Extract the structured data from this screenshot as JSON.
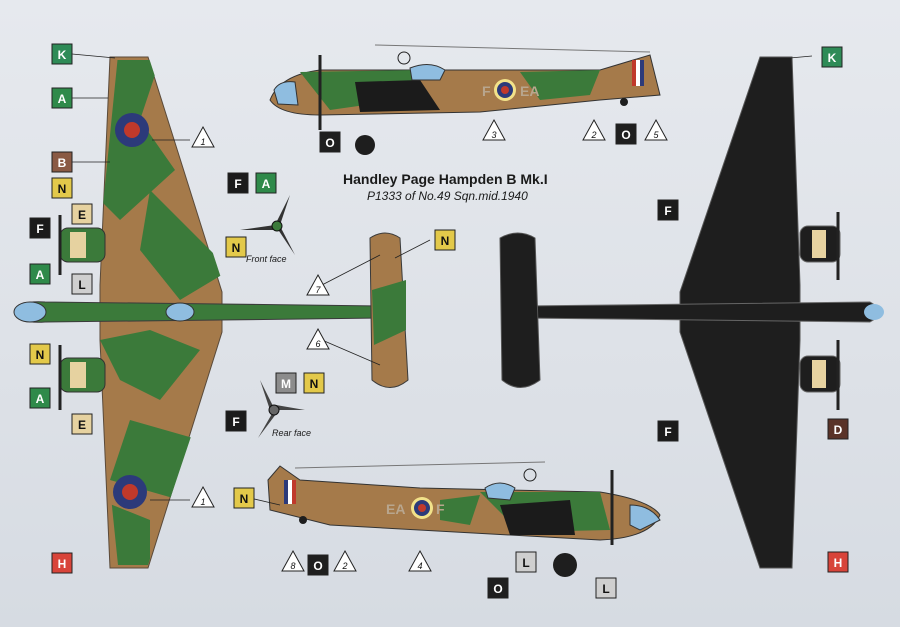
{
  "title": "Handley Page Hampden B Mk.I",
  "subtitle": "P1333 of No.49 Sqn.mid.1940",
  "front_face_label": "Front face",
  "rear_face_label": "Rear face",
  "code_top": "EA",
  "code_top_prefix": "F",
  "code_bottom": "EA",
  "code_bottom_suffix": "F",
  "colors": {
    "K": "#2e8b57",
    "A": "#2f8a4a",
    "B": "#8a5a44",
    "N": "#e3c94a",
    "E": "#e6d2a0",
    "F": "#1b1b1b",
    "L": "#cfcfcf",
    "M": "#8c8c8c",
    "O": "#1f1f1f",
    "H": "#d8443a",
    "D": "#5a3328",
    "dark_earth": "#a57a4a",
    "dark_green": "#3b7a3a",
    "night": "#1e1e1e"
  },
  "badges": [
    {
      "id": "k-top-left",
      "letter": "K"
    },
    {
      "id": "a-top-left",
      "letter": "A"
    },
    {
      "id": "b-left",
      "letter": "B"
    },
    {
      "id": "n-left-1",
      "letter": "N"
    },
    {
      "id": "e-left-1",
      "letter": "E"
    },
    {
      "id": "f-left",
      "letter": "F"
    },
    {
      "id": "a-left-2",
      "letter": "A"
    },
    {
      "id": "l-left",
      "letter": "L"
    },
    {
      "id": "n-left-2",
      "letter": "N"
    },
    {
      "id": "a-left-3",
      "letter": "A"
    },
    {
      "id": "e-left-2",
      "letter": "E"
    },
    {
      "id": "h-left",
      "letter": "H"
    },
    {
      "id": "o-top-1",
      "letter": "O"
    },
    {
      "id": "o-top-2",
      "letter": "O"
    },
    {
      "id": "k-top-right",
      "letter": "K"
    },
    {
      "id": "f-front",
      "letter": "F"
    },
    {
      "id": "a-front",
      "letter": "A"
    },
    {
      "id": "n-front",
      "letter": "N"
    },
    {
      "id": "n-tail",
      "letter": "N"
    },
    {
      "id": "m-rear",
      "letter": "M"
    },
    {
      "id": "n-rear",
      "letter": "N"
    },
    {
      "id": "f-rear",
      "letter": "F"
    },
    {
      "id": "f-right-1",
      "letter": "F"
    },
    {
      "id": "f-right-2",
      "letter": "F"
    },
    {
      "id": "d-right",
      "letter": "D"
    },
    {
      "id": "h-right",
      "letter": "H"
    },
    {
      "id": "n-bottom",
      "letter": "N"
    },
    {
      "id": "o-bottom-1",
      "letter": "O"
    },
    {
      "id": "l-bottom-1",
      "letter": "L"
    },
    {
      "id": "o-bottom-2",
      "letter": "O"
    },
    {
      "id": "l-bottom-2",
      "letter": "L"
    }
  ],
  "callouts": [
    "1",
    "3",
    "2",
    "5",
    "7",
    "6",
    "1",
    "8",
    "2",
    "4"
  ]
}
